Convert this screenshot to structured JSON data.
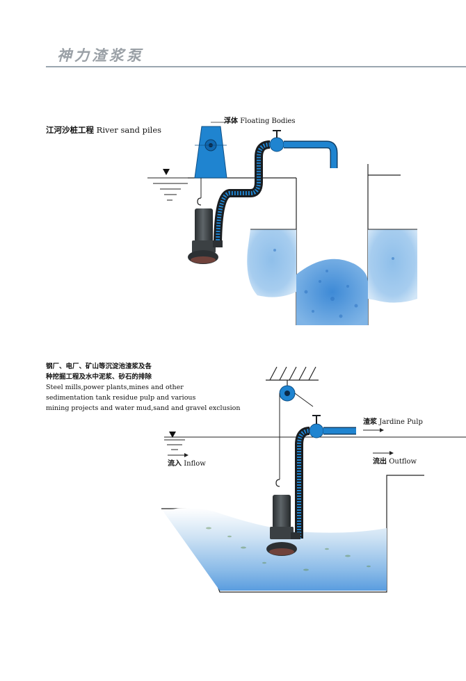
{
  "header": {
    "brand": "神力渣浆泵"
  },
  "scenes": [
    {
      "title_cn": "江河沙桩工程",
      "title_en": "River sand piles",
      "labels": [
        {
          "cn": "浮体",
          "en": "Floating Bodies"
        }
      ]
    },
    {
      "desc_lines": [
        "钢厂、电厂、矿山等沉淀池渣浆及各",
        "种挖掘工程及水中泥浆、砂石的排除",
        "Steel mills,power plants,mines and other",
        "sedimentation tank residue pulp and various",
        "mining projects and water mud,sand and gravel exclusion"
      ],
      "labels": [
        {
          "cn": "渣浆",
          "en": "Jardine Pulp"
        },
        {
          "cn": "流入",
          "en": "Inflow"
        },
        {
          "cn": "流出",
          "en": "Outflow"
        }
      ]
    }
  ],
  "colors": {
    "pipe_blue": "#1f84d0",
    "water_blue": "#9cc6ea",
    "slurry_blue": "#4f97dc",
    "pump_dark": "#3b4043",
    "line": "#222222"
  }
}
